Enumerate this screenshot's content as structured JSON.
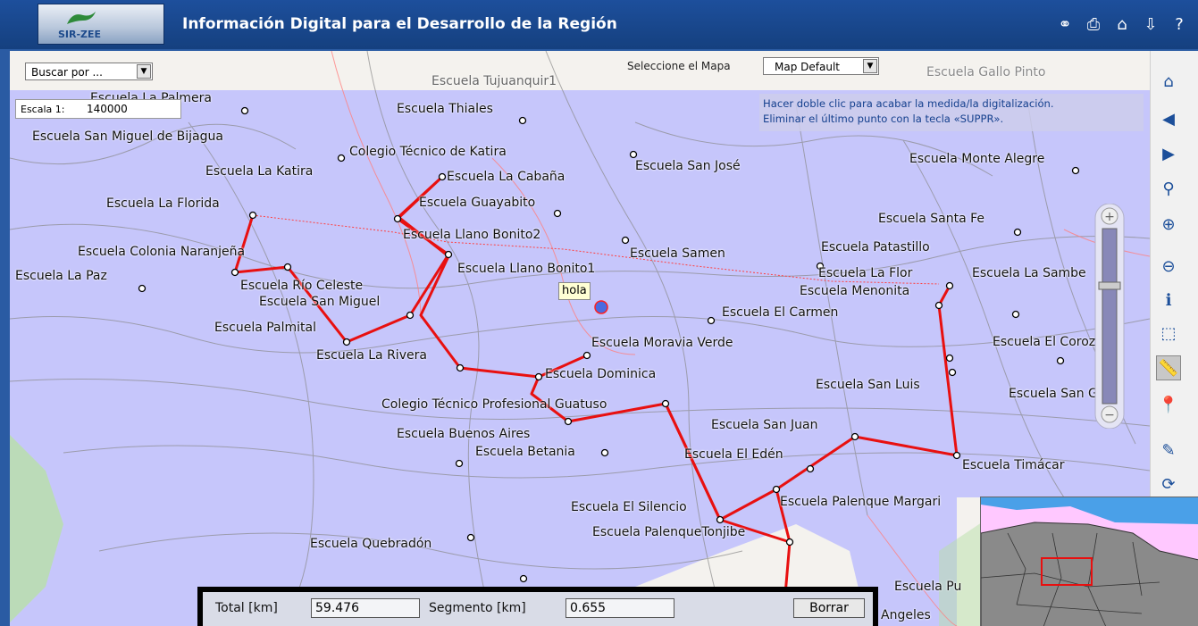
{
  "header": {
    "logo_text": "SIR-ZEE",
    "title": "Información Digital para el Desarrollo de la Región",
    "icons": [
      "link-icon",
      "print-icon",
      "home-icon",
      "download-icon",
      "help-icon"
    ]
  },
  "toolbar": {
    "buscar_label": "Buscar por ...",
    "escala_label": "Escala 1:",
    "escala_value": "140000",
    "map_select_label": "Seleccione el Mapa",
    "map_select_value": "Map Default"
  },
  "hint": {
    "line1": "Hacer doble clic para acabar la medida/la digitalización.",
    "line2": "Eliminar el último punto con la tecla «SUPPR»."
  },
  "tooltip": "hola",
  "measure": {
    "total_label": "Total [km]",
    "total_value": "59.476",
    "segment_label": "Segmento [km]",
    "segment_value": "0.655",
    "clear_label": "Borrar"
  },
  "right_tools": [
    "home-icon",
    "back-icon",
    "forward-icon",
    "full-extent-icon",
    "zoom-in-icon",
    "zoom-out-icon",
    "identify-icon",
    "select-icon",
    "measure-icon",
    "marker-icon",
    "edit-icon",
    "refresh-icon"
  ],
  "map_labels": [
    {
      "text": "Escuela Tujuanquir1",
      "gray": true
    },
    {
      "text": "Escuela Gallo Pinto",
      "gray": true
    },
    {
      "text": "Escuela La Palmera"
    },
    {
      "text": "Escuela Thiales"
    },
    {
      "text": "Escuela San Miguel de Bijagua"
    },
    {
      "text": "Colegio Técnico de Katira"
    },
    {
      "text": "Escuela La Katira"
    },
    {
      "text": "Escuela La Cabaña"
    },
    {
      "text": "Escuela San José"
    },
    {
      "text": "Escuela Monte Alegre"
    },
    {
      "text": "Escuela La Florida"
    },
    {
      "text": "Escuela Guayabito"
    },
    {
      "text": "Escuela Santa Fe"
    },
    {
      "text": "Escuela Llano Bonito2"
    },
    {
      "text": "Escuela Colonia Naranjeña"
    },
    {
      "text": "Escuela Samen"
    },
    {
      "text": "Escuela Patastillo"
    },
    {
      "text": "Escuela La Paz"
    },
    {
      "text": "Escuela Llano Bonito1"
    },
    {
      "text": "Escuela La Flor"
    },
    {
      "text": "Escuela La Sambe"
    },
    {
      "text": "Escuela Río Celeste"
    },
    {
      "text": "Escuela Menonita"
    },
    {
      "text": "Escuela San Miguel"
    },
    {
      "text": "Escuela El Carmen"
    },
    {
      "text": "Escuela Palmital"
    },
    {
      "text": "Escuela Moravia Verde"
    },
    {
      "text": "Escuela El Corozo"
    },
    {
      "text": "Escuela La Rivera"
    },
    {
      "text": "Escuela Dominica"
    },
    {
      "text": "Escuela San Luis"
    },
    {
      "text": "Escuela San Gabr"
    },
    {
      "text": "Colegio Técnico Profesional Guatuso"
    },
    {
      "text": "Escuela San Juan"
    },
    {
      "text": "Escuela Buenos Aires"
    },
    {
      "text": "Escuela Betania"
    },
    {
      "text": "Escuela El Edén"
    },
    {
      "text": "Escuela Timácar"
    },
    {
      "text": "Escuela El Silencio"
    },
    {
      "text": "Escuela Palenque Margari"
    },
    {
      "text": "Escuela PalenqueTonjibe"
    },
    {
      "text": "Escuela Quebradón"
    },
    {
      "text": "Escuela Pu"
    },
    {
      "text": "Angeles"
    }
  ]
}
